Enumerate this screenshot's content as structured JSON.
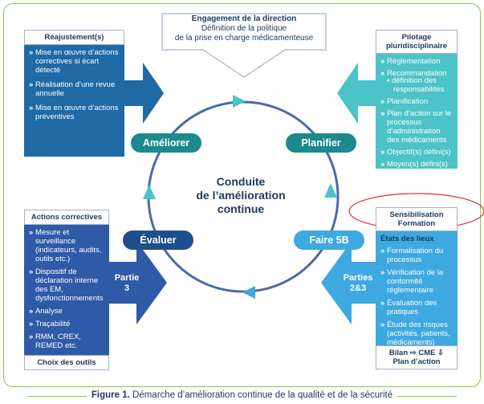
{
  "top_box": {
    "title": "Engagement de la direction",
    "line1": "Définition de la politique",
    "line2": "de la prise en charge médicamenteuse"
  },
  "top_left_box": {
    "title": "Réajustement(s)",
    "items": [
      "Mise en œuvre d’actions correctives si écart détecté",
      "Réalisation d’une revue annuelle",
      "Mise en œuvre d’actions préventives"
    ]
  },
  "top_right_box": {
    "title_line1": "Pilotage",
    "title_line2": "pluridisciplinaire",
    "items": [
      "Réglementation",
      "Recommandation",
      "définition des responsabilités",
      "Planification",
      "Plan d’action sur le processus d’administration des médicaments",
      "Objectif(s) défini(s)",
      "Moyen(s) défini(s)"
    ]
  },
  "bottom_left_box": {
    "title": "Actions correctives",
    "items": [
      "Mesure et surveillance (indicateurs, audits, outils etc.)",
      "Dispositif de déclaration interne des EM, dysfonctionnements",
      "Analyse",
      "Traçabilité",
      "RMM, CREX, REMED etc."
    ],
    "footer": "Choix des outils"
  },
  "bottom_right_box": {
    "title_line1": "Sensibilisation",
    "title_line2": "Formation",
    "subtitle": "États des lieux",
    "items": [
      "Formalisation du processus",
      "Vérification de la conformité réglementaire",
      "Évaluation des pratiques",
      "Étude des risques (activités, patients, médicaments)"
    ],
    "footer_line1": "Bilan ⇨ CME ⇩",
    "footer_line2": "Plan d’action"
  },
  "cycle": {
    "center_line1": "Conduite",
    "center_line2": "de l’amélioration",
    "center_line3": "continue",
    "ameliorer": "Améliorer",
    "planifier": "Planifier",
    "evaluer": "Évaluer",
    "faire": "Faire 5B"
  },
  "arrow_labels": {
    "partie3_line1": "Partie",
    "partie3_line2": "3",
    "parties23_line1": "Parties",
    "parties23_line2": "2&3"
  },
  "caption": {
    "label": "Figure 1.",
    "text": "Démarche d’amélioration continue de la qualité et de la sécurité"
  },
  "colors": {
    "navy": "#1f3a60",
    "teal": "#4cc3c7",
    "blue": "#1f6aa5",
    "cyan": "#3ea8e0",
    "dark_teal": "#1a8a8c",
    "green": "#8cc63f",
    "highlight_red": "#e0302a"
  }
}
